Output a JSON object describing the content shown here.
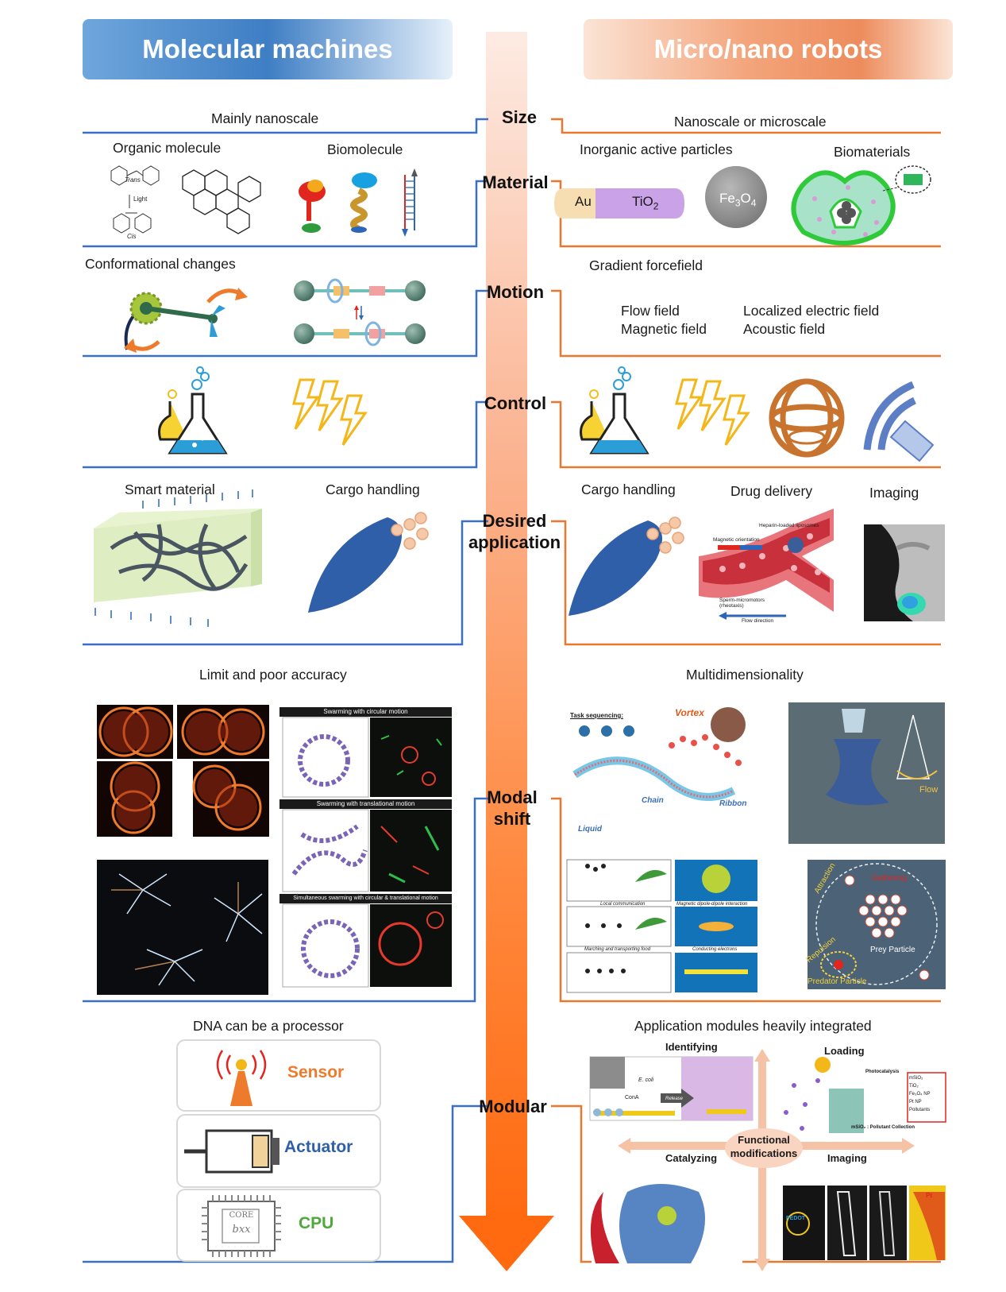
{
  "headers": {
    "left": "Molecular machines",
    "right": "Micro/nano robots"
  },
  "categories": {
    "size": "Size",
    "material": "Material",
    "motion": "Motion",
    "control": "Control",
    "desired_application_1": "Desired",
    "desired_application_2": "application",
    "modal_shift_1": "Modal",
    "modal_shift_2": "shift",
    "modular": "Modular"
  },
  "left": {
    "size": "Mainly nanoscale",
    "material_organic": "Organic molecule",
    "material_bio": "Biomolecule",
    "azo_trans": "Trans",
    "azo_light": "Light",
    "azo_cis": "Cis",
    "motion": "Conformational changes",
    "app_smart": "Smart material",
    "app_cargo": "Cargo handling",
    "modal": "Limit and poor accuracy",
    "swarm_circular": "Swarming with circular motion",
    "swarm_translational": "Swarming with translational motion",
    "swarm_simultaneous": "Simultaneous swarming with circular & translational motion",
    "modular": "DNA can be a processor",
    "module_sensor": "Sensor",
    "module_actuator": "Actuator",
    "module_cpu": "CPU",
    "chip_text_1": "CORE",
    "chip_text_2": "bxx"
  },
  "right": {
    "size": "Nanoscale or microscale",
    "material_inorganic": "Inorganic active particles",
    "material_bio": "Biomaterials",
    "rod_au": "Au",
    "rod_tio2": "TiO",
    "rod_tio2_sub": "2",
    "sphere_fe": "Fe",
    "sphere_fe_sub1": "3",
    "sphere_o": "O",
    "sphere_o_sub": "4",
    "motion_title": "Gradient forcefield",
    "field_flow": "Flow field",
    "field_magnetic": "Magnetic field",
    "field_electric": "Localized electric field",
    "field_acoustic": "Acoustic field",
    "app_cargo": "Cargo handling",
    "app_drug": "Drug delivery",
    "app_imaging": "Imaging",
    "vessel_heparin": "Heparin-loaded liposomes",
    "vessel_magnetic": "Magnetic orientation",
    "vessel_sperm": "Sperm-micromotors (rheotaxis)",
    "vessel_flow": "Flow direction",
    "modal": "Multidimensionality",
    "task_seq": "Task sequencing:",
    "vortex": "Vortex",
    "chain": "Chain",
    "ribbon": "Ribbon",
    "liquid": "Liquid",
    "flow": "Flow",
    "local_comm": "Local communication",
    "marching": "Marching and transporting food",
    "dipole": "Magnetic dipole-dipole interaction",
    "conducting": "Conducting electrons",
    "attraction": "Attraction",
    "repulsion": "Repulsion",
    "gathering": "Gathering",
    "prey": "Prey Particle",
    "predator": "Predator Particle",
    "modular": "Application modules heavily integrated",
    "mod_identifying": "Identifying",
    "mod_loading": "Loading",
    "mod_catalyzing": "Catalyzing",
    "mod_imaging": "Imaging",
    "functional_1": "Functional",
    "functional_2": "modifications",
    "ecoli": "E. coli",
    "cona": "ConA",
    "release": "Release",
    "photocatalysis": "Photocatalysis",
    "legend_msio2": "mSiO₂",
    "legend_tio2": "TiO₂",
    "legend_fe3o4": "Fe₃O₄ NP",
    "legend_pt": "Pt NP",
    "legend_pollutants": "Pollutants",
    "pollutant_collection": "mSiO₂ : Pollutant Collection",
    "pedot": "PEDOT",
    "pt": "Pt"
  },
  "colors": {
    "left_line": "#3a6fc4",
    "right_line": "#e8782f",
    "arrow_top": "#fde7de",
    "arrow_bottom": "#ff6a10"
  }
}
